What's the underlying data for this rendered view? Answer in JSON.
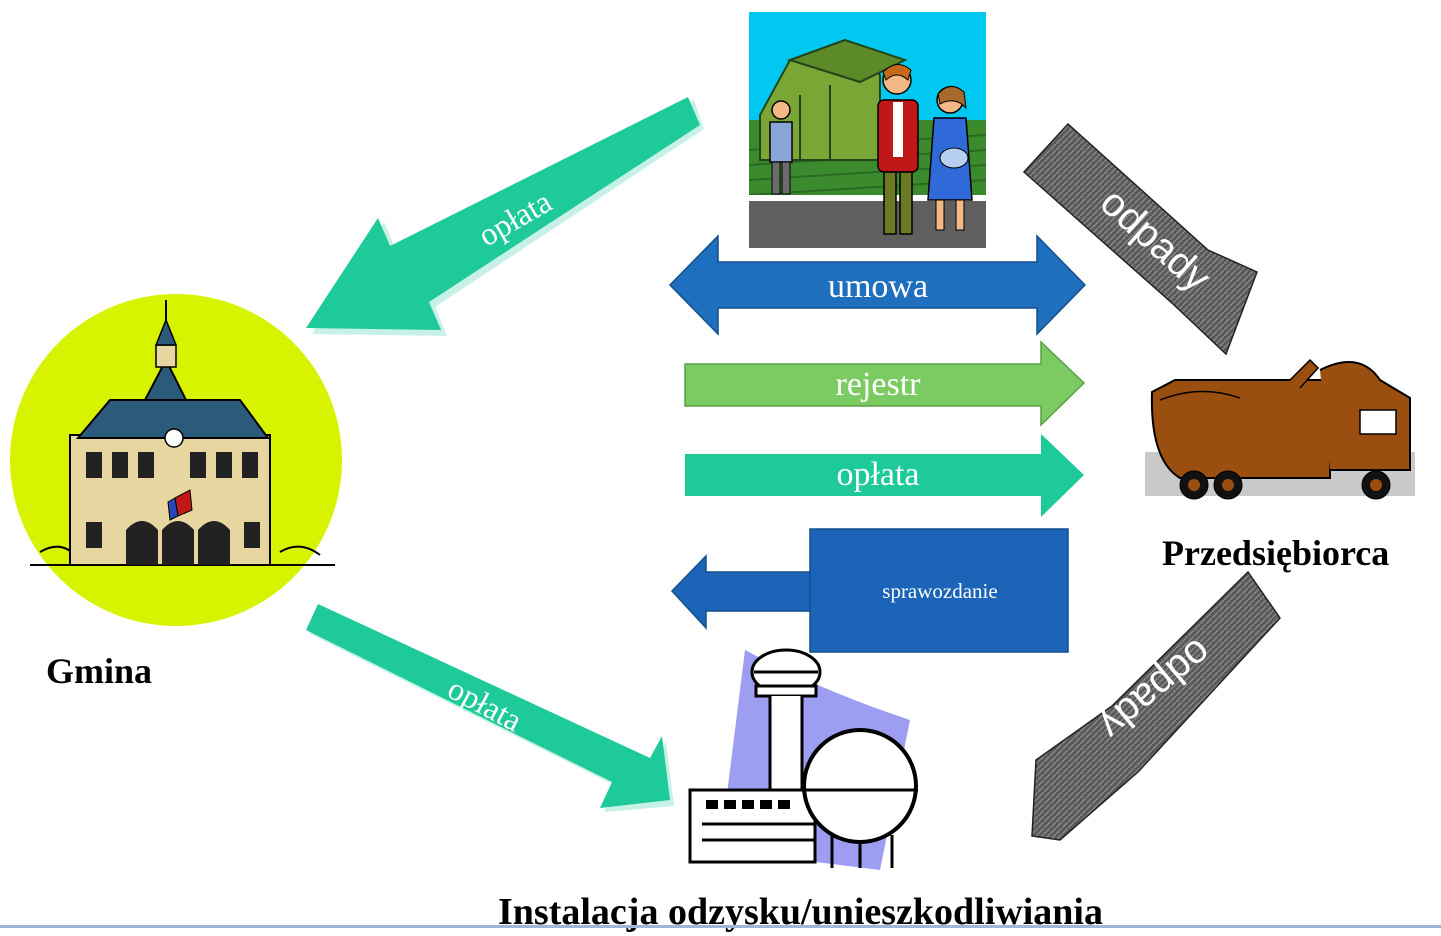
{
  "labels": {
    "gmina": "Gmina",
    "przedsiebiorca": "Przedsiębiorca",
    "instalacja": "Instalacja odzysku/unieszkodliwiania"
  },
  "arrows": {
    "top_left_fee": "opłata",
    "agreement": "umowa",
    "register": "rejestr",
    "fee_mid": "opłata",
    "report": "sprawozdanie",
    "bottom_left_fee": "opłata",
    "waste_top": "odpady",
    "waste_bottom": "odpady"
  },
  "colors": {
    "teal_arrow": "#1ec99a",
    "blue_arrow": "#1f6fbf",
    "green_arrow": "#7ccb62",
    "report_box": "#1b64b8",
    "waste_arrow": "#555555",
    "gmina_circle": "#d8f300"
  }
}
